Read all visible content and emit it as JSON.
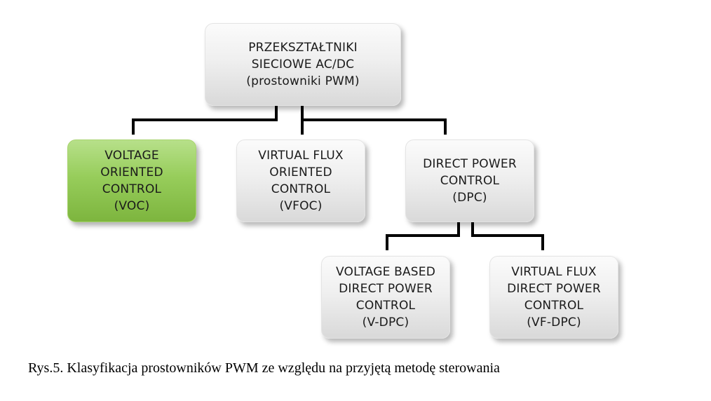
{
  "root": {
    "lines": [
      "PRZEKSZTAŁTNIKI",
      "SIECIOWE AC/DC",
      "(prostowniki PWM)"
    ]
  },
  "voc": {
    "lines": [
      "VOLTAGE",
      "ORIENTED",
      "CONTROL",
      "(VOC)"
    ],
    "color": "#97cd5b"
  },
  "vfoc": {
    "lines": [
      "VIRTUAL FLUX",
      "ORIENTED",
      "CONTROL",
      "(VFOC)"
    ]
  },
  "dpc": {
    "lines": [
      "DIRECT POWER",
      "CONTROL",
      "(DPC)"
    ]
  },
  "vdpc": {
    "lines": [
      "VOLTAGE BASED",
      "DIRECT POWER",
      "CONTROL",
      "(V-DPC)"
    ]
  },
  "vfdpc": {
    "lines": [
      "VIRTUAL FLUX",
      "DIRECT POWER",
      "CONTROL",
      "(VF-DPC)"
    ]
  },
  "caption": "Rys.5. Klasyfikacja prostowników PWM ze względu na przyjętą metodę sterowania"
}
